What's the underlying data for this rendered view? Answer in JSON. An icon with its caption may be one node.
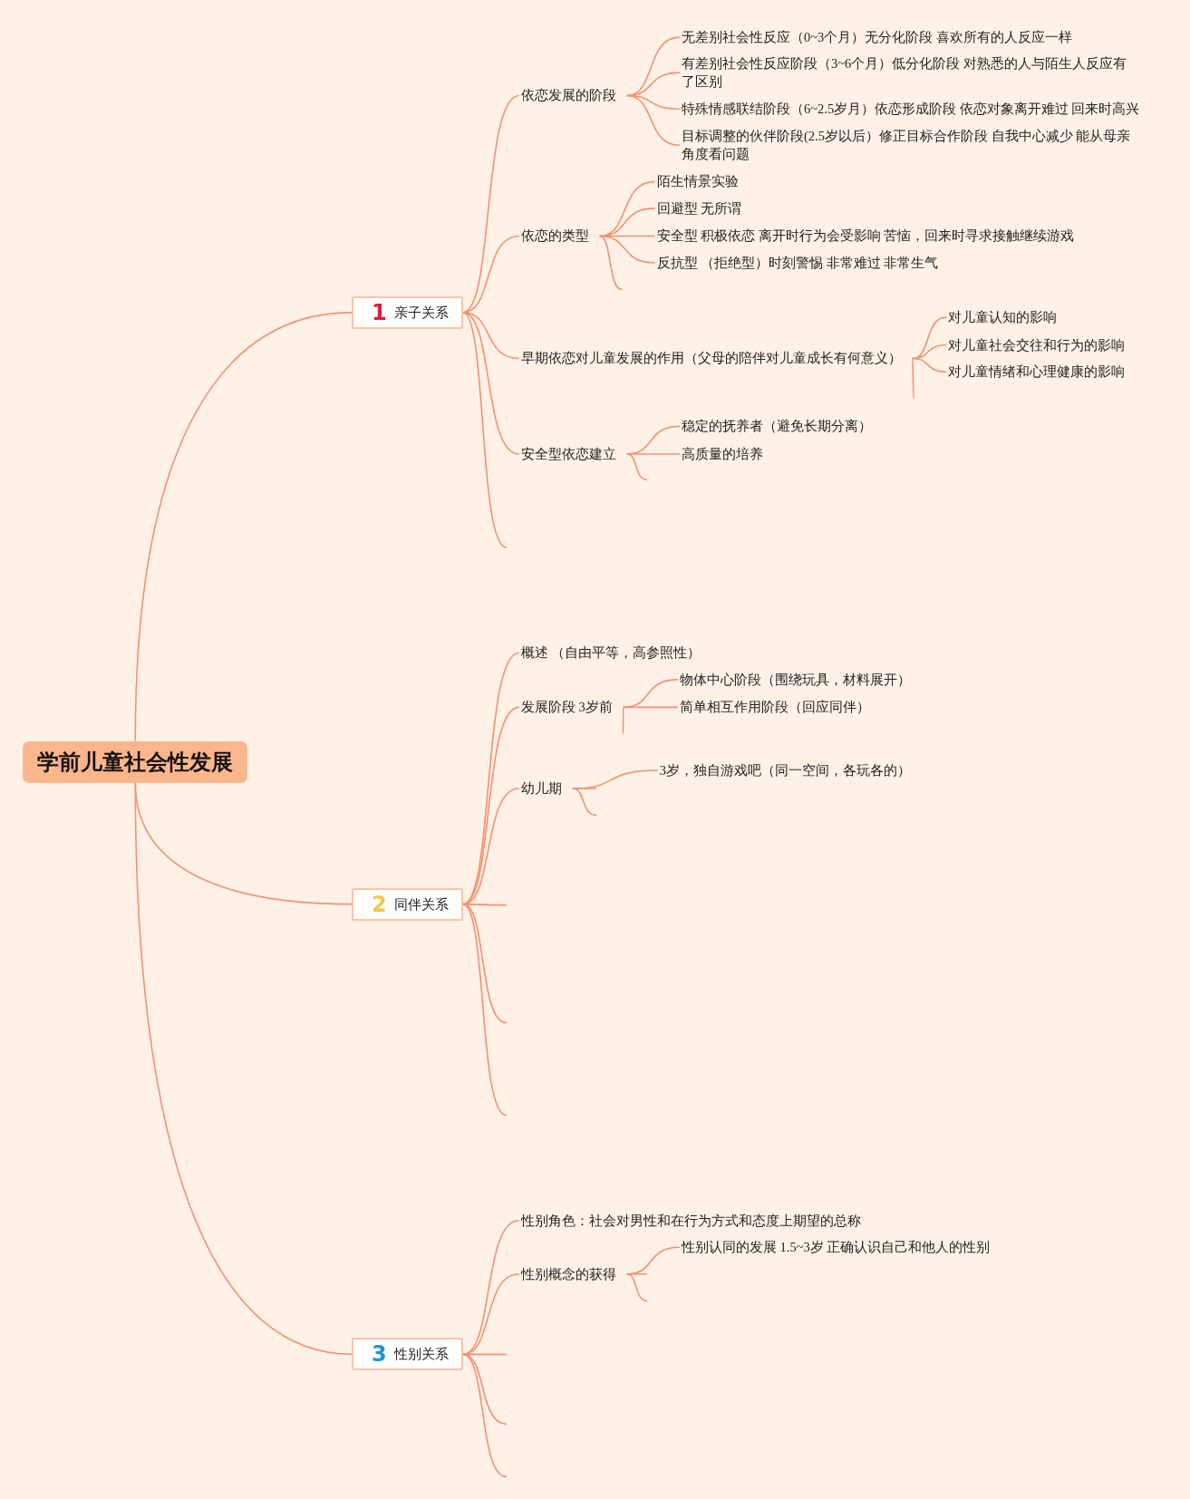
{
  "diagram": {
    "nodes": [
      {
        "text": [
          "学前儿童社会性发展"
        ]
      },
      {
        "text": [
          "1",
          "亲子关系"
        ]
      },
      {
        "text": [
          "依恋发展的阶段"
        ]
      },
      {
        "text": [
          "无差别社会性反应（0~3个月）无分化阶段 喜欢所有的人反应一样"
        ]
      },
      {
        "text": [
          "有差别社会性反应阶段（3~6个月）低分化阶段 对熟悉的人与陌生人反应有了区别"
        ]
      },
      {
        "text": [
          "特殊情感联结阶段（6~2.5岁月）依恋形成阶段 依恋对象离开难过 回来时高兴"
        ]
      },
      {
        "text": [
          "目标调整的伙伴阶段(2.5岁以后）修正目标合作阶段 自我中心减少 能从母亲角度看问题"
        ]
      },
      {
        "text": [
          "依恋的类型"
        ]
      },
      {
        "text": [
          "陌生情景实验"
        ]
      },
      {
        "text": [
          "回避型 无所谓"
        ]
      },
      {
        "text": [
          "安全型 积极依恋 离开时行为会受影响 苦恼，回来时寻求接触继续游戏"
        ]
      },
      {
        "text": [
          "反抗型 （拒绝型）时刻警惕 非常难过 非常生气"
        ]
      },
      {
        "text": [
          "早期依恋对儿童发展的作用（父母的陪伴对儿童成长有何意义）"
        ]
      },
      {
        "text": [
          "对儿童认知的影响"
        ]
      },
      {
        "text": [
          "对儿童社会交往和行为的影响"
        ]
      },
      {
        "text": [
          "对儿童情绪和心理健康的影响"
        ]
      },
      {
        "text": [
          "安全型依恋建立"
        ]
      },
      {
        "text": [
          "稳定的抚养者（避免长期分离）"
        ]
      },
      {
        "text": [
          "高质量的培养"
        ]
      },
      {
        "text": [
          "2",
          "同伴关系"
        ]
      },
      {
        "text": [
          "概述 （自由平等，高参照性）"
        ]
      },
      {
        "text": [
          "发展阶段 3岁前"
        ]
      },
      {
        "text": [
          "物体中心阶段（围绕玩具，材料展开）"
        ]
      },
      {
        "text": [
          "简单相互作用阶段（回应同伴）"
        ]
      },
      {
        "text": [
          "幼儿期"
        ]
      },
      {
        "text": [
          "3岁，独自游戏吧（同一空间，各玩各的）"
        ]
      },
      {
        "text": [
          "3",
          "性别关系"
        ]
      },
      {
        "text": [
          "性别角色：社会对男性和在行为方式和态度上期望的总称"
        ]
      },
      {
        "text": [
          "性别概念的获得"
        ]
      },
      {
        "text": [
          "性别认同的发展 1.5~3岁 正确认识自己和他人的性别"
        ]
      }
    ],
    "edges": [
      {
        "from": 0,
        "to": 1,
        "arrow": "none"
      },
      {
        "from": 1,
        "to": 2,
        "arrow": "none"
      },
      {
        "from": 2,
        "to": 3,
        "arrow": "none"
      },
      {
        "from": 2,
        "to": 4,
        "arrow": "none"
      },
      {
        "from": 2,
        "to": 5,
        "arrow": "none"
      },
      {
        "from": 2,
        "to": 6,
        "arrow": "none"
      },
      {
        "from": 1,
        "to": 7,
        "arrow": "none"
      },
      {
        "from": 7,
        "to": 8,
        "arrow": "none"
      },
      {
        "from": 7,
        "to": 9,
        "arrow": "none"
      },
      {
        "from": 7,
        "to": 10,
        "arrow": "none"
      },
      {
        "from": 7,
        "to": 11,
        "arrow": "none"
      },
      {
        "from": 7,
        "to": null,
        "arrow": "none"
      },
      {
        "from": 1,
        "to": 12,
        "arrow": "none"
      },
      {
        "from": 12,
        "to": 13,
        "arrow": "none"
      },
      {
        "from": 12,
        "to": 14,
        "arrow": "none"
      },
      {
        "from": 12,
        "to": 15,
        "arrow": "none"
      },
      {
        "from": 12,
        "to": null,
        "arrow": "none"
      },
      {
        "from": 1,
        "to": 16,
        "arrow": "none"
      },
      {
        "from": 16,
        "to": 17,
        "arrow": "none"
      },
      {
        "from": 16,
        "to": 18,
        "arrow": "none"
      },
      {
        "from": 16,
        "to": null,
        "arrow": "none"
      },
      {
        "from": 1,
        "to": null,
        "arrow": "none"
      },
      {
        "from": 0,
        "to": 19,
        "arrow": "none"
      },
      {
        "from": 19,
        "to": 20,
        "arrow": "none"
      },
      {
        "from": 19,
        "to": 21,
        "arrow": "none"
      },
      {
        "from": 21,
        "to": 22,
        "arrow": "none"
      },
      {
        "from": 21,
        "to": 23,
        "arrow": "none"
      },
      {
        "from": 21,
        "to": null,
        "arrow": "none"
      },
      {
        "from": 19,
        "to": 24,
        "arrow": "none"
      },
      {
        "from": 24,
        "to": 25,
        "arrow": "none"
      },
      {
        "from": 24,
        "to": null,
        "arrow": "none"
      },
      {
        "from": 24,
        "to": null,
        "arrow": "none"
      },
      {
        "from": 19,
        "to": null,
        "arrow": "none"
      },
      {
        "from": 19,
        "to": null,
        "arrow": "none"
      },
      {
        "from": 19,
        "to": null,
        "arrow": "none"
      },
      {
        "from": 0,
        "to": 26,
        "arrow": "none"
      },
      {
        "from": 26,
        "to": 27,
        "arrow": "none"
      },
      {
        "from": 26,
        "to": 28,
        "arrow": "none"
      },
      {
        "from": 28,
        "to": 29,
        "arrow": "none"
      },
      {
        "from": 28,
        "to": null,
        "arrow": "none"
      },
      {
        "from": 28,
        "to": null,
        "arrow": "none"
      },
      {
        "from": 26,
        "to": null,
        "arrow": "none"
      },
      {
        "from": 26,
        "to": null,
        "arrow": "none"
      },
      {
        "from": 26,
        "to": null,
        "arrow": "none"
      }
    ]
  }
}
